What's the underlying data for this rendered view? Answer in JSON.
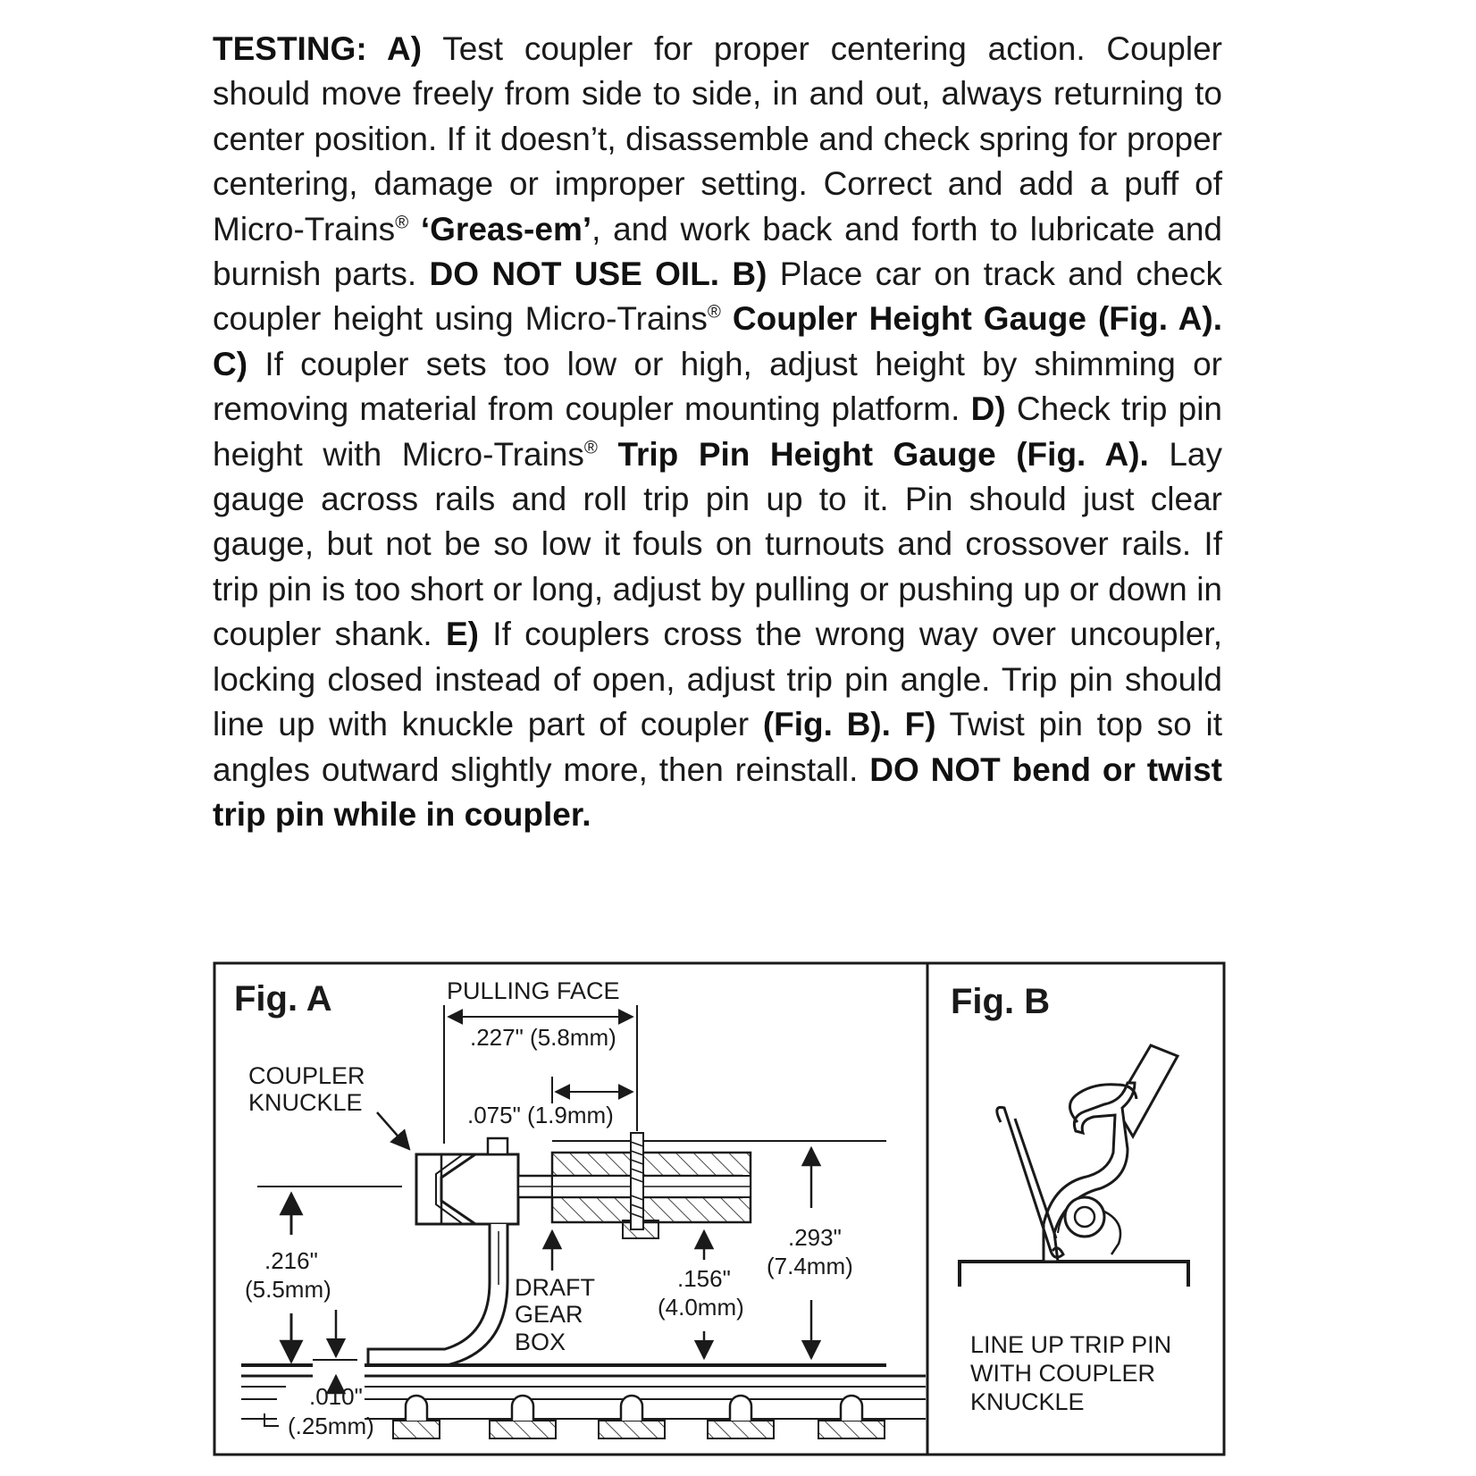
{
  "instructions": {
    "heading": "TESTING: A)",
    "t1": " Test coupler for proper centering action. Coupler should move freely from side to side, in and out, always returning to center position. If it doesn’t, disassemble and check spring for proper centering, damage or improper setting. Correct and add a puff of Micro-Trains",
    "reg": "®",
    "t1b": " ",
    "greasem": "‘Greas-em’",
    "t2": ", and work back and forth to lubricate and burnish parts. ",
    "no_oil": "DO NOT USE OIL. B)",
    "t3": " Place car on track and check coupler height using Micro-Trains",
    "t3b": " ",
    "coupler_gauge": "Coupler Height Gauge (Fig. A). C)",
    "t4": " If coupler sets too low or high, adjust height by shimming or removing material from coupler mounting platform. ",
    "d_label": "D)",
    "t5": " Check trip pin height with Micro-Trains",
    "t5b": " ",
    "trip_gauge": "Trip Pin Height Gauge (Fig. A).",
    "t6": " Lay gauge across rails and roll trip pin up to it. Pin should just clear gauge, but not be so low it fouls on turnouts and crossover rails. If trip pin is too short or long, adjust by pulling or pushing up or down in coupler shank. ",
    "e_label": "E)",
    "t7": " If couplers cross the wrong way over uncoupler, locking closed instead of open, adjust trip pin angle. Trip pin should line up with knuckle part of coupler ",
    "fig_b_ref": "(Fig. B). F)",
    "t8": " Twist pin top so it angles outward slightly more, then reinstall. ",
    "do_not_bend": "DO NOT bend or twist trip pin while in coupler."
  },
  "fig_a": {
    "title": "Fig. A",
    "pulling_face": "PULLING FACE",
    "dim_227": ".227\" (5.8mm)",
    "coupler_knuckle_1": "COUPLER",
    "coupler_knuckle_2": "KNUCKLE",
    "dim_075": ".075\" (1.9mm)",
    "dim_216_a": ".216\"",
    "dim_216_b": "(5.5mm)",
    "draft_1": "DRAFT",
    "draft_2": "GEAR",
    "draft_3": "BOX",
    "dim_156_a": ".156\"",
    "dim_156_b": "(4.0mm)",
    "dim_293_a": ".293\"",
    "dim_293_b": "(7.4mm)",
    "dim_010_a": ".010\"",
    "dim_010_b": "(.25mm)"
  },
  "fig_b": {
    "title": "Fig. B",
    "caption_1": "LINE UP TRIP PIN",
    "caption_2": "WITH COUPLER",
    "caption_3": "KNUCKLE"
  }
}
